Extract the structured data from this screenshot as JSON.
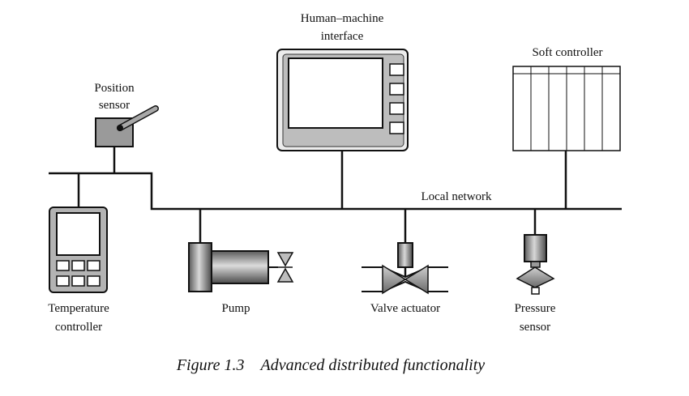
{
  "labels": {
    "hmi_line1": "Human–machine",
    "hmi_line2": "interface",
    "soft_controller": "Soft controller",
    "position_line1": "Position",
    "position_line2": "sensor",
    "local_network": "Local network",
    "temp_line1": "Temperature",
    "temp_line2": "controller",
    "pump": "Pump",
    "valve": "Valve actuator",
    "pressure_line1": "Pressure",
    "pressure_line2": "sensor"
  },
  "caption": {
    "figure_number": "Figure 1.3",
    "title": "Advanced distributed functionality"
  }
}
